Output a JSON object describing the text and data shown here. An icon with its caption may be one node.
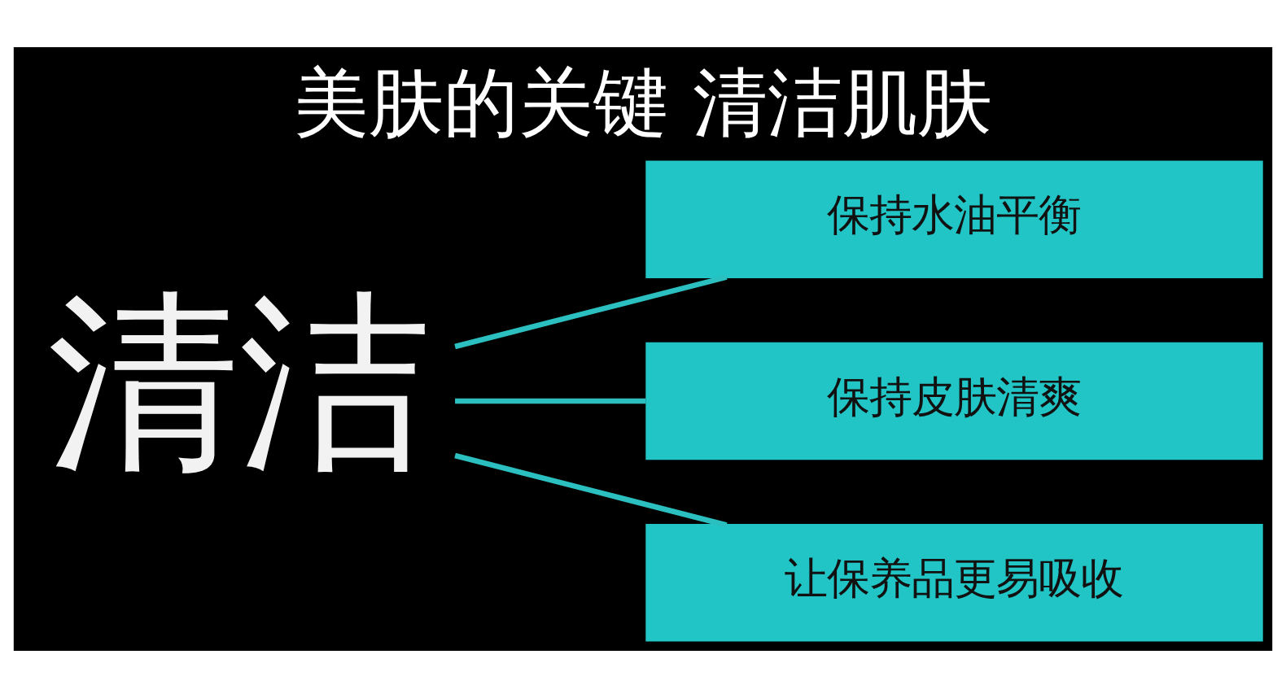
{
  "diagram": {
    "title": "美肤的关键 清洁肌肤",
    "nodes": [
      {
        "text": [
          "清洁"
        ]
      },
      {
        "text": [
          "保持水油平衡"
        ]
      },
      {
        "text": [
          "保持皮肤清爽"
        ]
      },
      {
        "text": [
          "让保养品更易吸收"
        ]
      }
    ],
    "edges": [
      {
        "from": 0,
        "to": 1,
        "arrow": "none"
      },
      {
        "from": 0,
        "to": 2,
        "arrow": "none"
      },
      {
        "from": 0,
        "to": 3,
        "arrow": "none"
      }
    ]
  }
}
